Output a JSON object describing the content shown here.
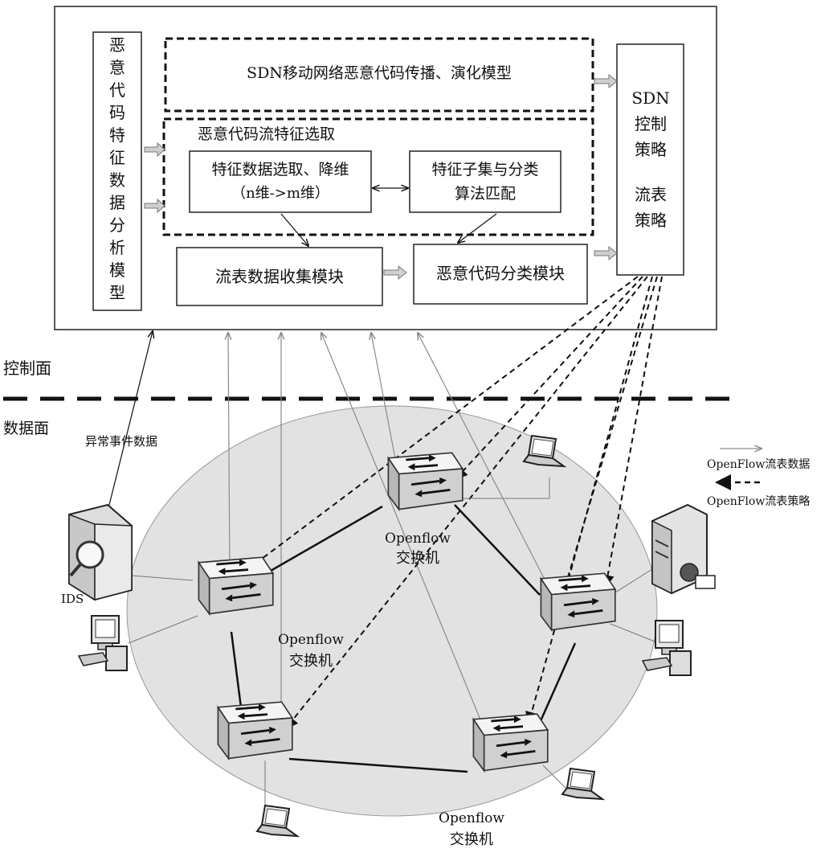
{
  "control_panel": {
    "left_model": "恶意代码特征数据分析模型",
    "propagation_model": "SDN移动网络恶意代码传播、演化模型",
    "feature_selection_title": "恶意代码流特征选取",
    "feature_reduce_line1": "特征数据选取、降维",
    "feature_reduce_line2": "（n维->m维）",
    "subset_line1": "特征子集与分类",
    "subset_line2": "算法匹配",
    "flow_collect": "流表数据收集模块",
    "classify": "恶意代码分类模块",
    "sdn_policy_line1": "SDN",
    "sdn_policy_line2": "控制",
    "sdn_policy_line3": "策略",
    "flow_policy_line1": "流表",
    "flow_policy_line2": "策略"
  },
  "planes": {
    "control": "控制面",
    "data": "数据面"
  },
  "labels": {
    "anomaly": "异常事件数据",
    "ids": "IDS",
    "switch_top": [
      "Openflow",
      "交换机"
    ],
    "switch_mid": [
      "Openflow",
      "交换机"
    ],
    "switch_bottom": [
      "Openflow",
      "交换机"
    ]
  },
  "legend": {
    "flow_data": "OpenFlow流表数据",
    "flow_policy": "OpenFlow流表策略"
  }
}
